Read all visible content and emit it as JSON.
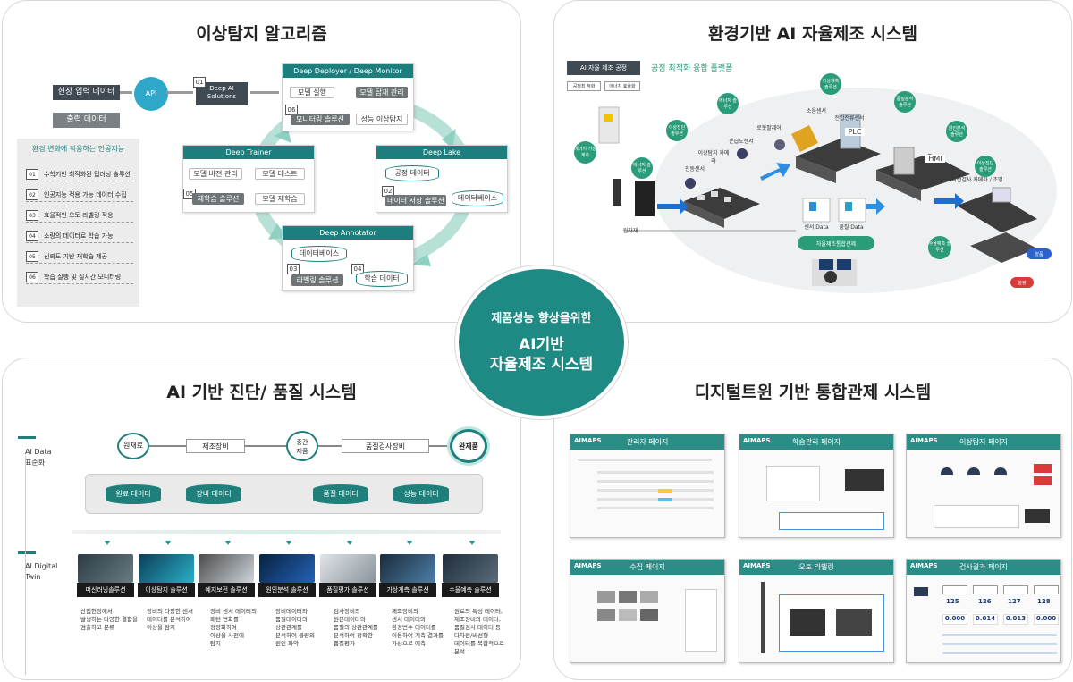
{
  "center": {
    "subtitle": "제품성능 향상을위한",
    "title_line1": "AI기반",
    "title_line2": "자율제조 시스템"
  },
  "quadrants": {
    "top_left": {
      "title": "이상탐지 알고리즘",
      "field_input": "현장 입력 데이터",
      "output": "출력 데이터",
      "api": "API",
      "ai_solutions": {
        "num": "01",
        "label_line1": "Deep AI",
        "label_line2": "Solutions"
      },
      "deep_deployer": {
        "title": "Deep Deployer / Deep Monitor",
        "model_run": "모델 실행",
        "model_mount": "모델 탑재 관리",
        "num": "06",
        "monitoring": "모니터링 솔루션",
        "perf_detect": "성능 이상탐지"
      },
      "deep_trainer": {
        "title": "Deep Trainer",
        "version": "모델 버전 관리",
        "test": "모델 테스트",
        "num": "05",
        "retrain_sol": "재학습 솔루션",
        "retrain": "모델 재학습"
      },
      "deep_lake": {
        "title": "Deep Lake",
        "process_data": "공정 데이터",
        "num": "02",
        "store_sol": "데이터 저장 솔루션",
        "database": "데이터베이스"
      },
      "deep_annotator": {
        "title": "Deep Annotator",
        "database": "데이터베이스",
        "num3": "03",
        "label_sol": "라벨링 솔루션",
        "num4": "04",
        "train_data": "학습 데이터"
      },
      "ai_knowledge": {
        "title": "환경 변화에 적응하는 인공지능",
        "items": [
          {
            "num": "01",
            "label": "수학기반 최적화된 딥러닝 솔루션"
          },
          {
            "num": "02",
            "label": "인공지능 적용 가능 데이터 수집"
          },
          {
            "num": "03",
            "label": "효율적인 오토 라벨링 적용"
          },
          {
            "num": "04",
            "label": "소량의 데이터로 학습 가능"
          },
          {
            "num": "05",
            "label": "신뢰도 기반 재학습 제공"
          },
          {
            "num": "06",
            "label": "학습 실행 및 실시간 모니터링"
          }
        ]
      }
    },
    "top_right": {
      "title": "환경기반 AI 자율제조 시스템",
      "badge": "AI 자율 제조  공정",
      "platform": "공정 최적화 융합 플랫폼",
      "btn1": "공정최 적화",
      "btn2": "에너지 효율화",
      "labels": {
        "plc": "PLC",
        "hmi": "HMI",
        "sensor_data": "센서 Data",
        "quality_data": "품질 Data",
        "control": "자율제조통합관제",
        "operator": "원자재",
        "good": "양품",
        "bad": "불량",
        "vision": "비전검사 카메라 / 조명",
        "material": "이상탐지 카메라",
        "robot": "로봇팔제어",
        "sensor": "소음센서",
        "env": "온습도센서",
        "vib": "진동센서",
        "pressure": "전압전류센서"
      },
      "bubbles": [
        "에너지 가상계측",
        "에너지 솔루션",
        "이상진단 솔루션",
        "에너지 솔루션",
        "가상계측 솔루션",
        "품질분석 솔루션",
        "원인분석 솔루션",
        "이상진단 솔루션",
        "수율예측 솔루션"
      ]
    },
    "bottom_left": {
      "title": "AI 기반 진단/ 품질 시스템",
      "side_top": "AI Data\n표준화",
      "side_bottom": "AI Digital\nTwin",
      "nodes": {
        "raw": "원재료",
        "equip": "제조장비",
        "mid": "중간\n제품",
        "inspect": "품질검사장비",
        "final": "완제품"
      },
      "dbs": [
        "원료 데이터",
        "장비 데이터",
        "품질 데이터",
        "성능 데이터"
      ],
      "solutions": [
        {
          "label": "머신러닝솔루션",
          "desc": "산업현장에서\n발생하는 다양한 결함을\n검출하고 분류"
        },
        {
          "label": "이상탐지 솔루션",
          "desc": "장비의 다양한 센서\n데이터를 분석하여\n이상을 탐지"
        },
        {
          "label": "예지보전 솔루션",
          "desc": "장비 센서 데이터의\n패턴 변화를\n정량화하여\n이상을 사전에\n탐지"
        },
        {
          "label": "원인분석 솔루션",
          "desc": "장비데이터와\n품질데이터의\n상관관계를\n분석하여 불량의\n원인 파악"
        },
        {
          "label": "품질평가 솔루션",
          "desc": "검사장비의\n원본데이터와\n품질의 상관관계를\n분석하여 정확한\n품질평가"
        },
        {
          "label": "가상계측 솔루션",
          "desc": "제조장비의\n센서 데이터와\n환경변수 데이터를\n이용하여 계측 결과를\n가상으로 예측"
        },
        {
          "label": "수율예측 솔루션",
          "desc": "원료의 특성 데이터,\n제조장비의 데이터,\n품질검사 데이터 등\n다차원/비선형\n데이터를 복합적으로\n분석"
        }
      ]
    },
    "bottom_right": {
      "title": "디지털트윈 기반 통합관제 시스템",
      "logo": "AIMAPS",
      "screens": [
        "관리자 페이지",
        "학습관리 페이지",
        "이상탐지 페이지",
        "수집 페이지",
        "오토 라벨링",
        "검사결과 페이지"
      ],
      "kpis": [
        "125",
        "126",
        "127",
        "128"
      ],
      "metrics": [
        "0.000",
        "0.014",
        "0.013",
        "0.000"
      ]
    }
  },
  "colors": {
    "teal": "#1c7f7d",
    "dark": "#3f4a52",
    "panel_bg": "#ececec"
  }
}
